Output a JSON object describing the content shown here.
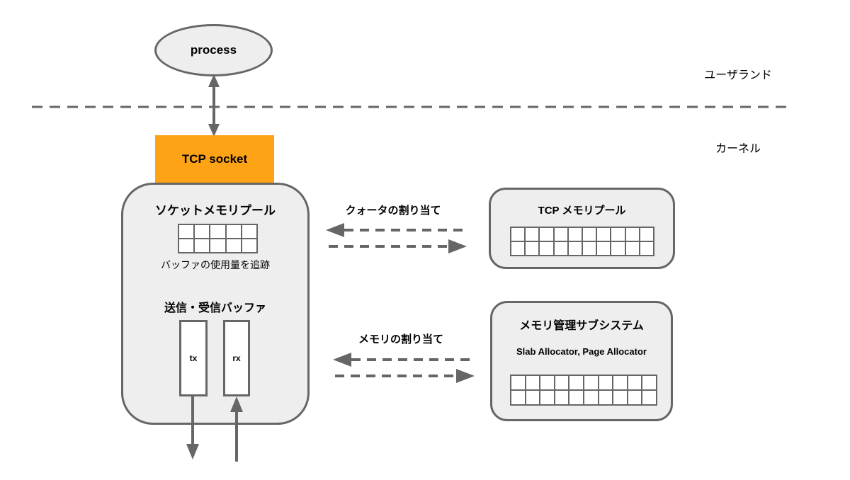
{
  "regions": {
    "userland_label": "ユーザランド",
    "kernel_label": "カーネル"
  },
  "process_node": {
    "label": "process"
  },
  "tcp_socket_node": {
    "label": "TCP socket"
  },
  "socket_pool": {
    "title": "ソケットメモリプール",
    "subtitle": "バッファの使用量を追跡",
    "grid": {
      "cols": 5,
      "rows": 2
    },
    "buffers_title": "送信・受信バッファ",
    "tx_label": "tx",
    "rx_label": "rx"
  },
  "tcp_pool": {
    "title": "TCP メモリプール",
    "grid": {
      "cols": 10,
      "rows": 2
    }
  },
  "mem_subsystem": {
    "title": "メモリ管理サブシステム",
    "subtitle": "Slab Allocator, Page Allocator",
    "grid": {
      "cols": 10,
      "rows": 2
    }
  },
  "flows": {
    "quota_label": "クォータの割り当て",
    "memory_label": "メモリの割り当て"
  },
  "colors": {
    "shape_fill": "#eeeeee",
    "stroke": "#666666",
    "accent_orange": "#ffa316",
    "cell_fill": "#ffffff"
  }
}
